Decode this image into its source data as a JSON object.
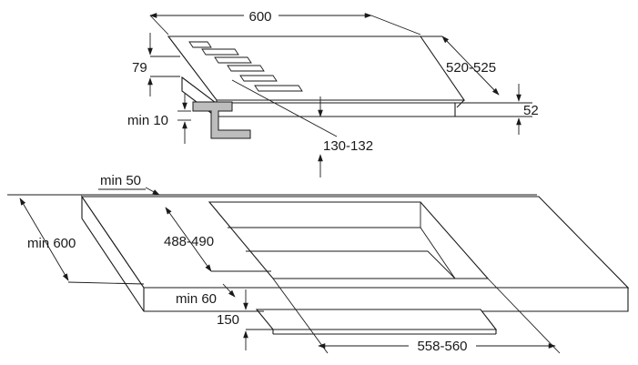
{
  "labels": {
    "hob_width": "600",
    "hob_depth": "520-525",
    "hob_height_total": "79",
    "hob_height_body": "52",
    "worktop_thickness": "min 10",
    "clamp_offset": "130-132",
    "min_back_clearance": "min 50",
    "worktop_depth": "min 600",
    "cutout_depth": "488-490",
    "front_clearance": "min 60",
    "below_clearance": "150",
    "cutout_width": "558-560"
  }
}
